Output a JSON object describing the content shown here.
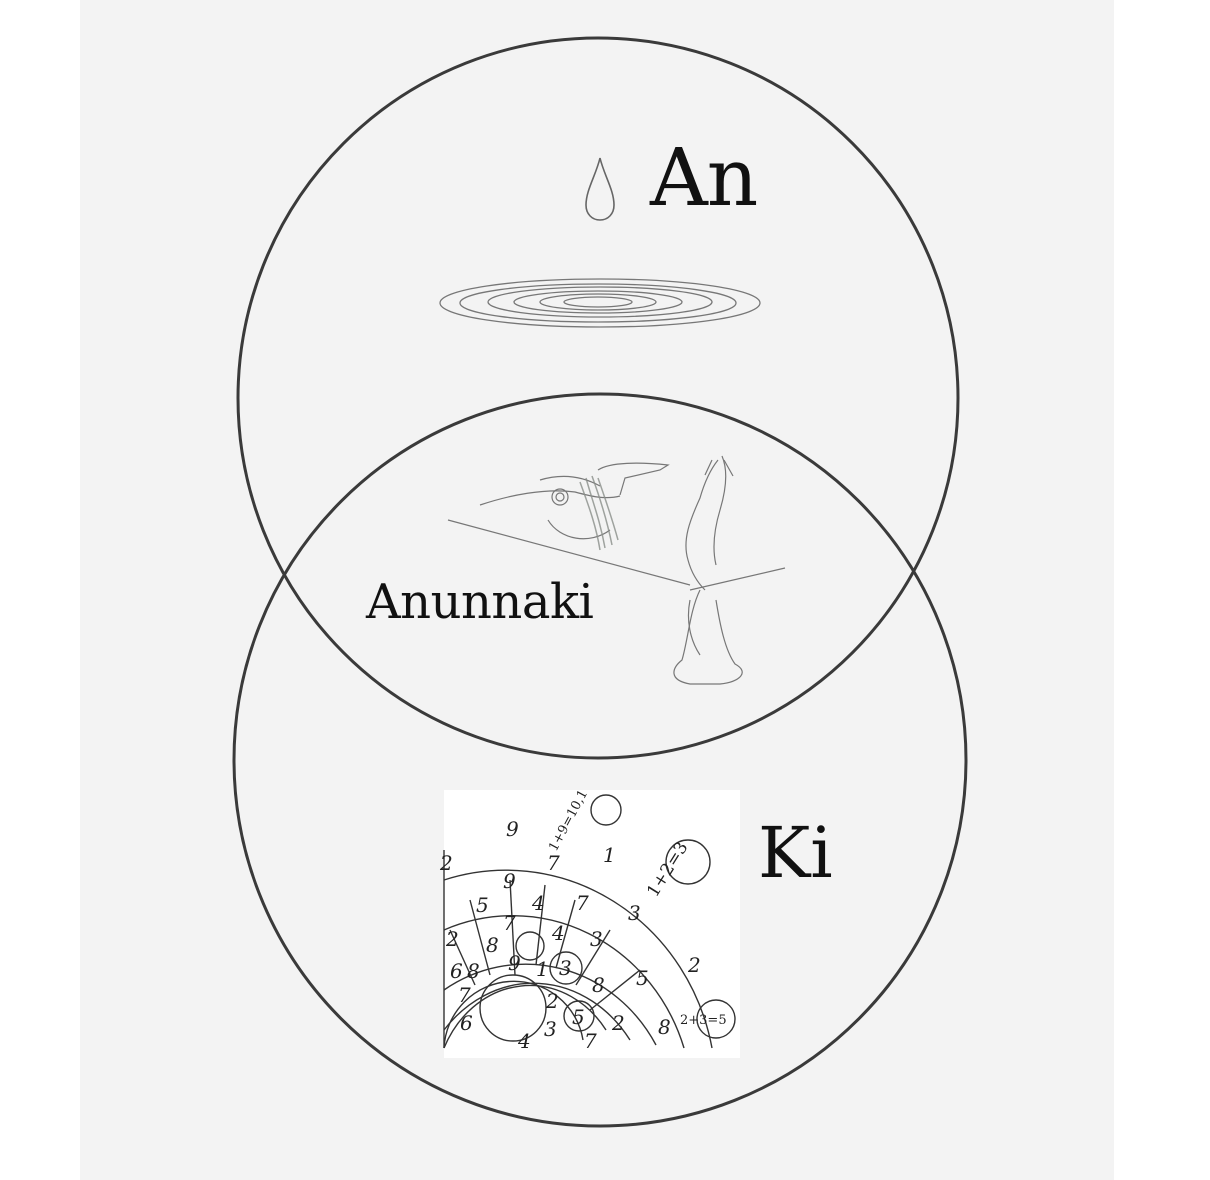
{
  "labels": {
    "top_circle": "An",
    "bottom_circle": "Ki",
    "intersection": "Anunnaki"
  },
  "icons": [
    "water-drop-icon",
    "ripple-rings-icon",
    "reclining-figure-sketch",
    "rising-figure-sketch",
    "number-wheel-sketch"
  ],
  "wheel": {
    "equations": [
      "1+9=10,1",
      "1+2=3",
      "2+3=5"
    ],
    "digits": [
      "9",
      "1",
      "2",
      "9",
      "7",
      "3",
      "5",
      "4",
      "7",
      "2",
      "7",
      "4",
      "3",
      "8",
      "8",
      "9",
      "1",
      "3",
      "5",
      "6",
      "7",
      "2",
      "8",
      "6",
      "5",
      "3",
      "2",
      "8",
      "4",
      "7"
    ]
  },
  "colors": {
    "paper": "#f3f3f3",
    "ink": "#111111",
    "pencil": "#6e6e6e"
  }
}
